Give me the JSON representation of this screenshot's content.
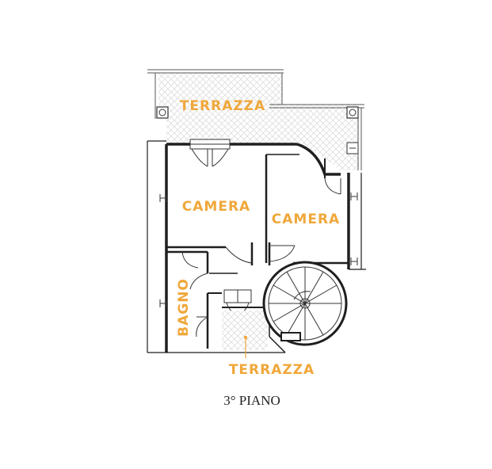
{
  "colors": {
    "wall": "#1f1f1f",
    "label": "#f0a73a",
    "hatch": "#e6e6e6",
    "caption": "#222222"
  },
  "plan": {
    "rooms": [
      {
        "id": "terrazza-top",
        "label": "TERRAZZA"
      },
      {
        "id": "camera-left",
        "label": "CAMERA"
      },
      {
        "id": "camera-right",
        "label": "CAMERA"
      },
      {
        "id": "bagno",
        "label": "BAGNO"
      },
      {
        "id": "terrazza-bottom",
        "label": "TERRAZZA"
      }
    ],
    "caption": "3° PIANO"
  }
}
